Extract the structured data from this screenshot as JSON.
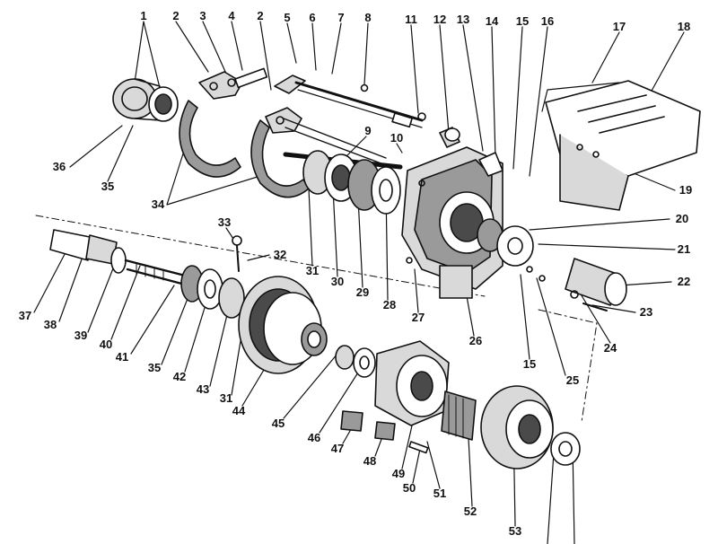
{
  "colors": {
    "ink": "#111111",
    "paper": "#ffffff",
    "shade": "#4a4a4a",
    "mid": "#9a9a9a",
    "light": "#d9d9d9"
  },
  "callouts": [
    {
      "id": "1a",
      "text": "1"
    },
    {
      "id": "2a",
      "text": "2"
    },
    {
      "id": "3",
      "text": "3"
    },
    {
      "id": "4",
      "text": "4"
    },
    {
      "id": "2b",
      "text": "2"
    },
    {
      "id": "5",
      "text": "5"
    },
    {
      "id": "6",
      "text": "6"
    },
    {
      "id": "7",
      "text": "7"
    },
    {
      "id": "8",
      "text": "8"
    },
    {
      "id": "11",
      "text": "11"
    },
    {
      "id": "12",
      "text": "12"
    },
    {
      "id": "13",
      "text": "13"
    },
    {
      "id": "14",
      "text": "14"
    },
    {
      "id": "15a",
      "text": "15"
    },
    {
      "id": "16",
      "text": "16"
    },
    {
      "id": "17",
      "text": "17"
    },
    {
      "id": "18",
      "text": "18"
    },
    {
      "id": "9",
      "text": "9"
    },
    {
      "id": "10",
      "text": "10"
    },
    {
      "id": "36",
      "text": "36"
    },
    {
      "id": "35a",
      "text": "35"
    },
    {
      "id": "34",
      "text": "34"
    },
    {
      "id": "19",
      "text": "19"
    },
    {
      "id": "20",
      "text": "20"
    },
    {
      "id": "21",
      "text": "21"
    },
    {
      "id": "33",
      "text": "33"
    },
    {
      "id": "32",
      "text": "32"
    },
    {
      "id": "22",
      "text": "22"
    },
    {
      "id": "31a",
      "text": "31"
    },
    {
      "id": "30",
      "text": "30"
    },
    {
      "id": "29",
      "text": "29"
    },
    {
      "id": "28",
      "text": "28"
    },
    {
      "id": "27",
      "text": "27"
    },
    {
      "id": "23",
      "text": "23"
    },
    {
      "id": "24",
      "text": "24"
    },
    {
      "id": "26",
      "text": "26"
    },
    {
      "id": "37",
      "text": "37"
    },
    {
      "id": "38",
      "text": "38"
    },
    {
      "id": "39",
      "text": "39"
    },
    {
      "id": "40",
      "text": "40"
    },
    {
      "id": "41",
      "text": "41"
    },
    {
      "id": "35b",
      "text": "35"
    },
    {
      "id": "42",
      "text": "42"
    },
    {
      "id": "43",
      "text": "43"
    },
    {
      "id": "31b",
      "text": "31"
    },
    {
      "id": "15b",
      "text": "15"
    },
    {
      "id": "25",
      "text": "25"
    },
    {
      "id": "44",
      "text": "44"
    },
    {
      "id": "45",
      "text": "45"
    },
    {
      "id": "46",
      "text": "46"
    },
    {
      "id": "47",
      "text": "47"
    },
    {
      "id": "48",
      "text": "48"
    },
    {
      "id": "49",
      "text": "49"
    },
    {
      "id": "50",
      "text": "50"
    },
    {
      "id": "51",
      "text": "51"
    },
    {
      "id": "52",
      "text": "52"
    },
    {
      "id": "53",
      "text": "53"
    }
  ]
}
